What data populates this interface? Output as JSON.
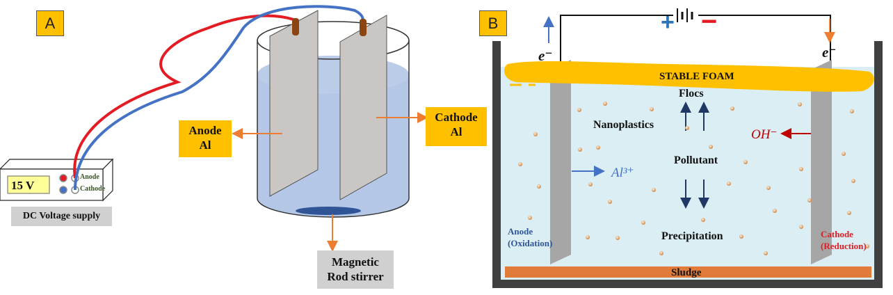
{
  "panel_a": {
    "tag": "A",
    "voltage": "15 V",
    "anode_terminal": "Anode",
    "cathode_terminal": "Cathode",
    "supply_label": "DC Voltage supply",
    "anode_label_line1": "Anode",
    "anode_label_line2": "Al",
    "cathode_label_line1": "Cathode",
    "cathode_label_line2": "Al",
    "stirrer_line1": "Magnetic",
    "stirrer_line2": "Rod stirrer"
  },
  "panel_b": {
    "tag": "B",
    "plus": "+",
    "minus": "−",
    "electron_left": "e⁻",
    "electron_right": "e⁻",
    "foam": "STABLE FOAM",
    "flocs": "Flocs",
    "nanoplastics": "Nanoplastics",
    "pollutant": "Pollutant",
    "precipitation": "Precipitation",
    "al_ion": "Al³⁺",
    "oh_ion": "OH⁻",
    "anode_line1": "Anode",
    "anode_line2": "(Oxidation)",
    "cathode_line1": "Cathode",
    "cathode_line2": "(Reduction)",
    "sludge": "Sludge"
  },
  "colors": {
    "tag_fill": "#FFC000",
    "red_wire": "#E31B23",
    "blue_wire": "#4472C4",
    "arrow_orange": "#ED7D31",
    "solution_a": "#B4C7E7",
    "solution_b": "#DAEEF3",
    "tank": "#404040",
    "sludge": "#E07B39",
    "foam": "#FFC000",
    "navy": "#1F3864"
  }
}
